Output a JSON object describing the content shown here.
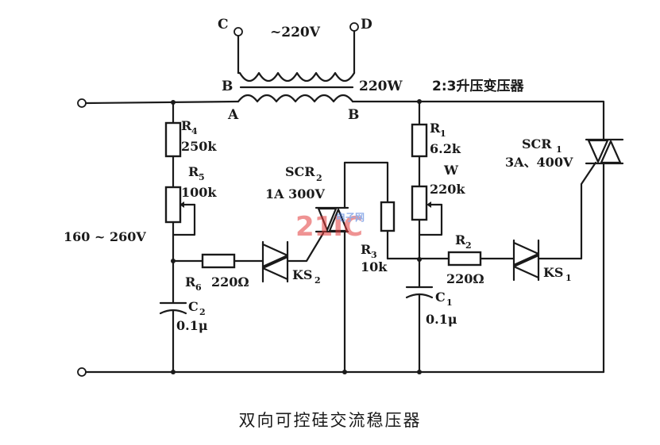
{
  "caption": "双向可控硅交流稳压器",
  "terminals": {
    "c": "C",
    "d": "D"
  },
  "transformer": {
    "primary_voltage": "~220V",
    "secondary_power": "220W",
    "tap_b_left": "B",
    "tap_a": "A",
    "tap_b_right": "B",
    "description": "2:3升压变压器"
  },
  "input_range": "160 ~ 260V",
  "components": {
    "r4": {
      "name": "R",
      "sub": "4",
      "value": "250k"
    },
    "r5": {
      "name": "R",
      "sub": "5",
      "value": "100k"
    },
    "r6": {
      "name": "R",
      "sub": "6",
      "value": "220Ω"
    },
    "c2": {
      "name": "C",
      "sub": "2",
      "value": "0.1μ"
    },
    "scr2": {
      "name": "SCR",
      "sub": "2",
      "rating": "1A  300V"
    },
    "ks2": {
      "name": "KS",
      "sub": "2"
    },
    "r3": {
      "name": "R",
      "sub": "3",
      "value": "10k"
    },
    "r1": {
      "name": "R",
      "sub": "1",
      "value": "6.2k"
    },
    "w": {
      "name": "W",
      "value": "220k"
    },
    "r2": {
      "name": "R",
      "sub": "2",
      "value": "220Ω"
    },
    "c1": {
      "name": "C",
      "sub": "1",
      "value": "0.1μ"
    },
    "ks1": {
      "name": "KS",
      "sub": "1"
    },
    "scr1": {
      "name": "SCR",
      "sub": "1",
      "rating": "3A、400V"
    }
  },
  "watermark": {
    "number": "21IC",
    "brand": "电子网"
  }
}
